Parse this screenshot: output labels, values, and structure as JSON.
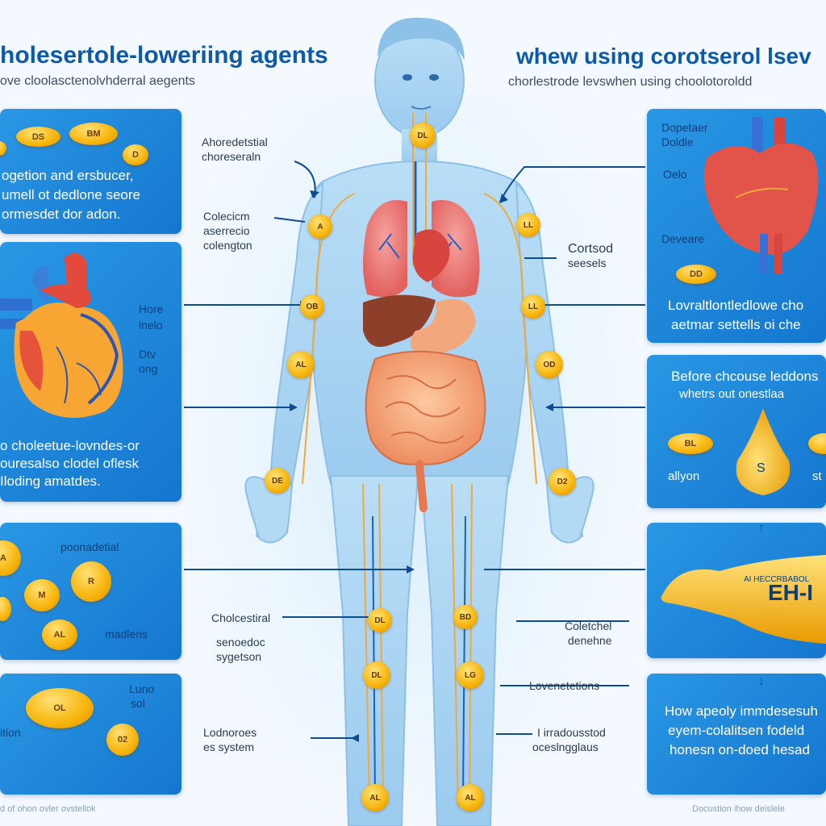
{
  "title_left": "holesertole-loweriing agents",
  "subtitle_left": "ove cloolasctenolvhderral aegents",
  "title_right": "whew using corotserol lsev",
  "subtitle_right": "chorlestrode  levswhen using  choolotoroldd",
  "panels_left": [
    {
      "lines": [
        "ogetion and ersbucer,",
        "umell ot dedlone seore",
        "ormesdet dor adon."
      ],
      "pills": [
        "",
        "DS",
        "BM",
        "D"
      ]
    },
    {
      "labels": [
        "Hore",
        "lnelo",
        "Dtv",
        "ong"
      ]
    },
    {
      "lines": [
        "o choleetue-lovndes-or",
        "ouresalso clodel oflesk",
        "Iloding amatdes."
      ]
    },
    {
      "pills": [
        "A",
        "R",
        "M",
        "",
        "AL"
      ]
    },
    {
      "pills": [
        "OL",
        "02"
      ]
    }
  ],
  "panels_right": [
    {
      "labels": [
        "Dopetaer",
        "Doldle",
        "Oelo",
        "Deveare"
      ],
      "pill": "DD"
    },
    {
      "lines": [
        "Lovraltlontledlowe cho",
        "aetmar settells oi che"
      ]
    },
    {
      "lines": [
        "Before chcouse leddons",
        "whetrs out onestlaa"
      ],
      "labels": [
        "allyon",
        "st"
      ],
      "drop": "S",
      "pills": [
        "BL",
        ""
      ]
    },
    {
      "small": "AI HECCRBABOL",
      "big": "EH-I"
    },
    {
      "lines": [
        "How apeoly immdesesuh",
        "eyem-colalitsen fodeld",
        "honesn on-doed hesad"
      ]
    }
  ],
  "labels": {
    "top_left": [
      "Ahoredetstial",
      "choreseraln"
    ],
    "left_1": [
      "Colecicm",
      "aserrecio",
      "colengton"
    ],
    "right_1": [
      "Cortsod",
      "seesels"
    ],
    "panel_side_left": [
      "poonadetial",
      "madlens"
    ],
    "panel_side_right": [
      "Luno",
      "sol",
      "ition"
    ],
    "mid_left_1": [
      "Cholcestiral"
    ],
    "mid_left_2": [
      "senoedoc",
      "sygetson"
    ],
    "mid_right_1": [
      "Coletchel",
      "denehne"
    ],
    "lower_right_1": [
      "Lovenetetions"
    ],
    "lower_left": [
      "Lodnoroes",
      "es system"
    ],
    "lower_right_2": [
      "I irradousstod",
      "oceslngglaus"
    ]
  },
  "nodes": [
    "DL",
    "A",
    "LL",
    "OB",
    "LL",
    "AL",
    "OD",
    "DE",
    "D2",
    "DL",
    "BD",
    "DL",
    "LG",
    "AL",
    "AL"
  ],
  "footer_left": "d of ohon ovler ovstellok",
  "footer_right": "Docustion ihow deislele",
  "colors": {
    "accent": "#1477cf",
    "title": "#0f5aa8",
    "body_skin": "#a9d4f2",
    "pill": "#f6b40a"
  }
}
